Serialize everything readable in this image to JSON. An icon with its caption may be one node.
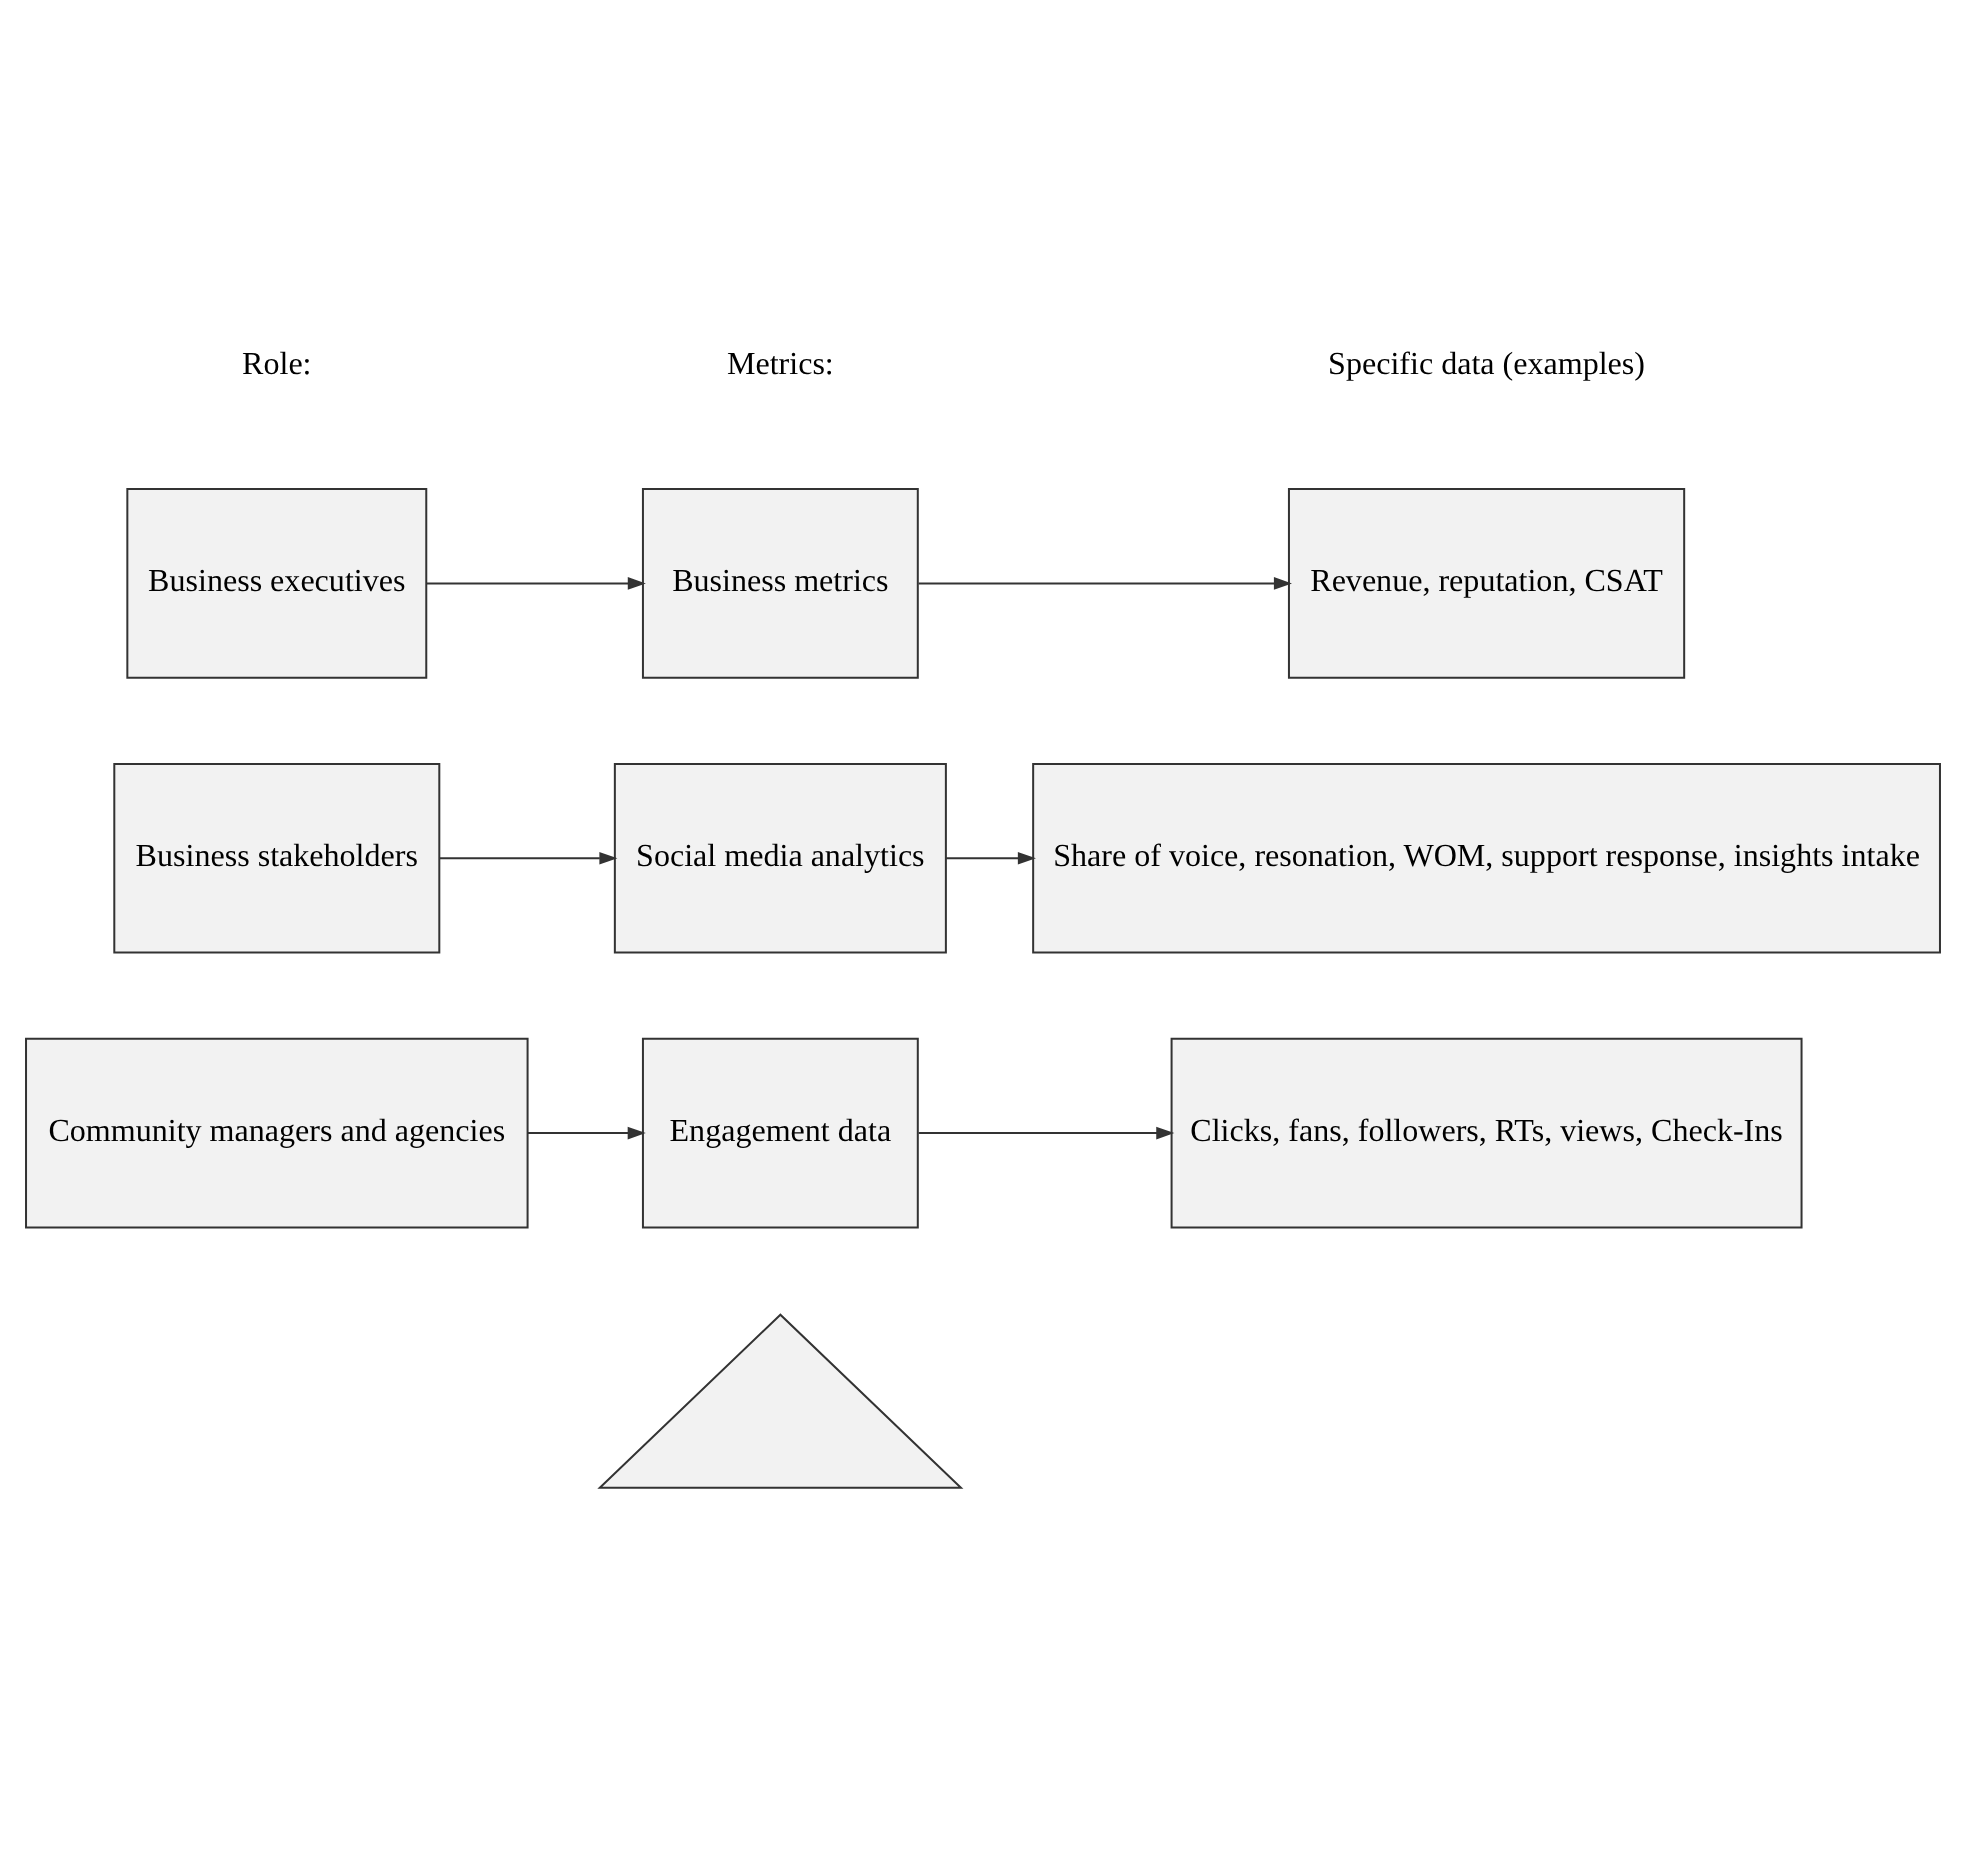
{
  "diagram": {
    "nodes": [
      {
        "text": [],
        "shape": "triangle"
      },
      {
        "text": [
          "Business executives"
        ]
      },
      {
        "text": [
          "Business metrics"
        ]
      },
      {
        "text": [
          "Revenue, reputation, CSAT"
        ]
      },
      {
        "text": [
          "Business stakeholders"
        ]
      },
      {
        "text": [
          "Social media analytics"
        ]
      },
      {
        "text": [
          "Share of voice, resonation, WOM, support response, insights intake"
        ]
      },
      {
        "text": [
          "Community managers and agencies"
        ]
      },
      {
        "text": [
          "Engagement data"
        ]
      },
      {
        "text": [
          "Clicks, fans, followers, RTs, views, Check-Ins"
        ]
      }
    ],
    "edges": [
      {
        "from": 1,
        "to": 2,
        "arrow": "to"
      },
      {
        "from": 2,
        "to": 3,
        "arrow": "to"
      },
      {
        "from": 4,
        "to": 5,
        "arrow": "to"
      },
      {
        "from": 5,
        "to": 6,
        "arrow": "to"
      },
      {
        "from": 7,
        "to": 8,
        "arrow": "to"
      },
      {
        "from": 8,
        "to": 9,
        "arrow": "to"
      }
    ],
    "labels": [
      "Role:",
      "Metrics:",
      "Specific data (examples)"
    ]
  }
}
